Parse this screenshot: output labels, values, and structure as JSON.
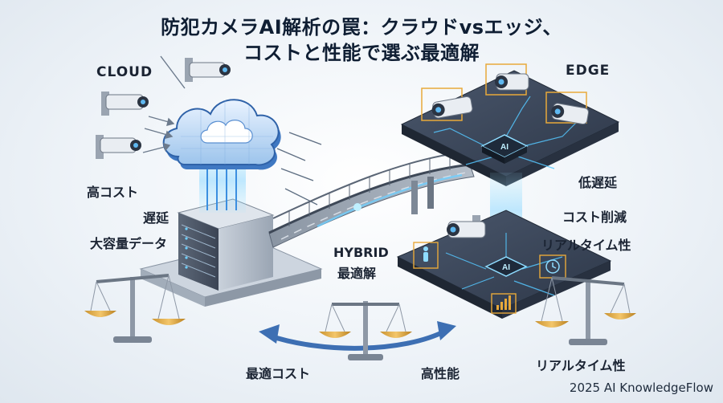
{
  "title": {
    "line1": "防犯カメラAI解析の罠：クラウドvsエッジ、",
    "line2": "コストと性能で選ぶ最適解"
  },
  "cloud": {
    "label": "CLOUD",
    "notes": [
      "高コスト",
      "遅延",
      "大容量データ"
    ]
  },
  "edge": {
    "label": "EDGE",
    "notes": [
      "低遅延",
      "コスト削減",
      "リアルタイム性"
    ]
  },
  "hybrid": {
    "label": "HYBRID",
    "sublabel": "最適解"
  },
  "chips": {
    "edge_chip": "AI",
    "hybrid_chip": "AI"
  },
  "bottom": {
    "left": "最適コスト",
    "middle": "高性能",
    "right": "リアルタイム性"
  },
  "credit": "2025 AI KnowledgeFlow",
  "colors": {
    "cloud_blue": "#4a90d9",
    "glow": "#7fd3ff",
    "panel_dark": "#3b4658",
    "accent_gold": "#e8a93a",
    "server_gray": "#8e9aa8"
  },
  "icons": [
    "camera-icon",
    "cloud-icon",
    "server-icon",
    "chip-icon",
    "bridge-icon",
    "scale-icon",
    "person-icon",
    "clock-icon",
    "chart-icon"
  ]
}
